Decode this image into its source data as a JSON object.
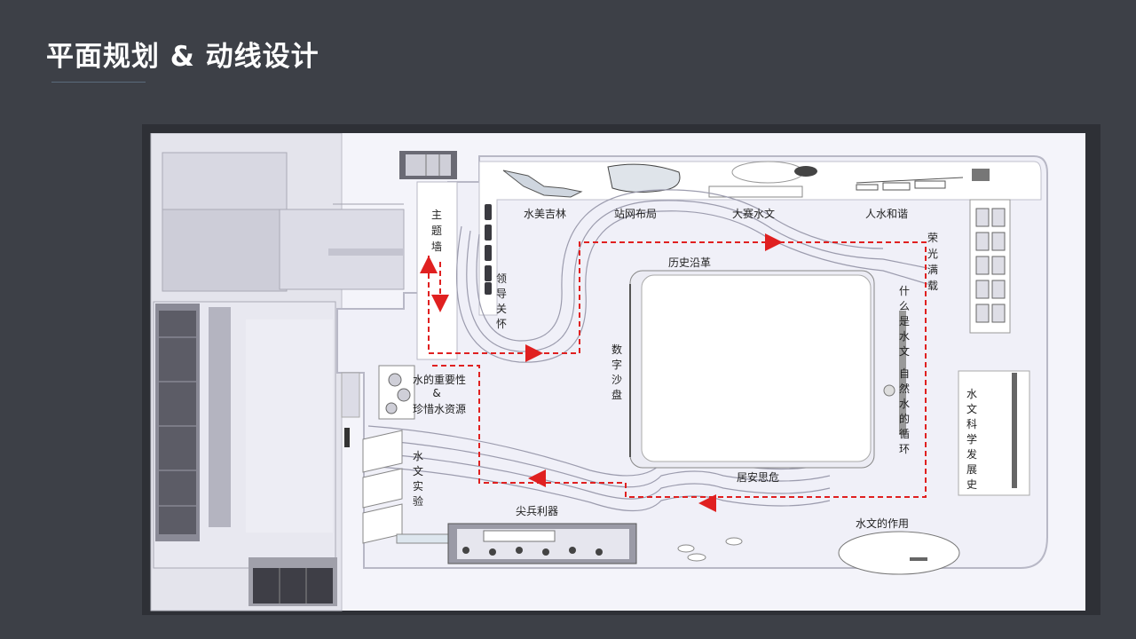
{
  "title": "平面规划 & 动线设计",
  "colors": {
    "background": "#3d4047",
    "floor": "#eeeef6",
    "route": "#e02020"
  },
  "labels": {
    "theme_wall": "主题墙",
    "leaders": "领导关怀",
    "water_beauty": "水美吉林",
    "station_network": "站网布局",
    "contest": "大赛水文",
    "harmony": "人水和谐",
    "glory": "荣光满载",
    "history": "历史沿革",
    "what_is": "什么是水文",
    "water_cycle": "自然水的循环",
    "sand_table": "数字沙盘",
    "importance": "水的重要性",
    "amp": "&",
    "cherish": "珍惜水资源",
    "experiment": "水文实验",
    "science_history": "水文科学发展史",
    "danger": "居安思危",
    "weapons": "尖兵利器",
    "function": "水文的作用"
  }
}
